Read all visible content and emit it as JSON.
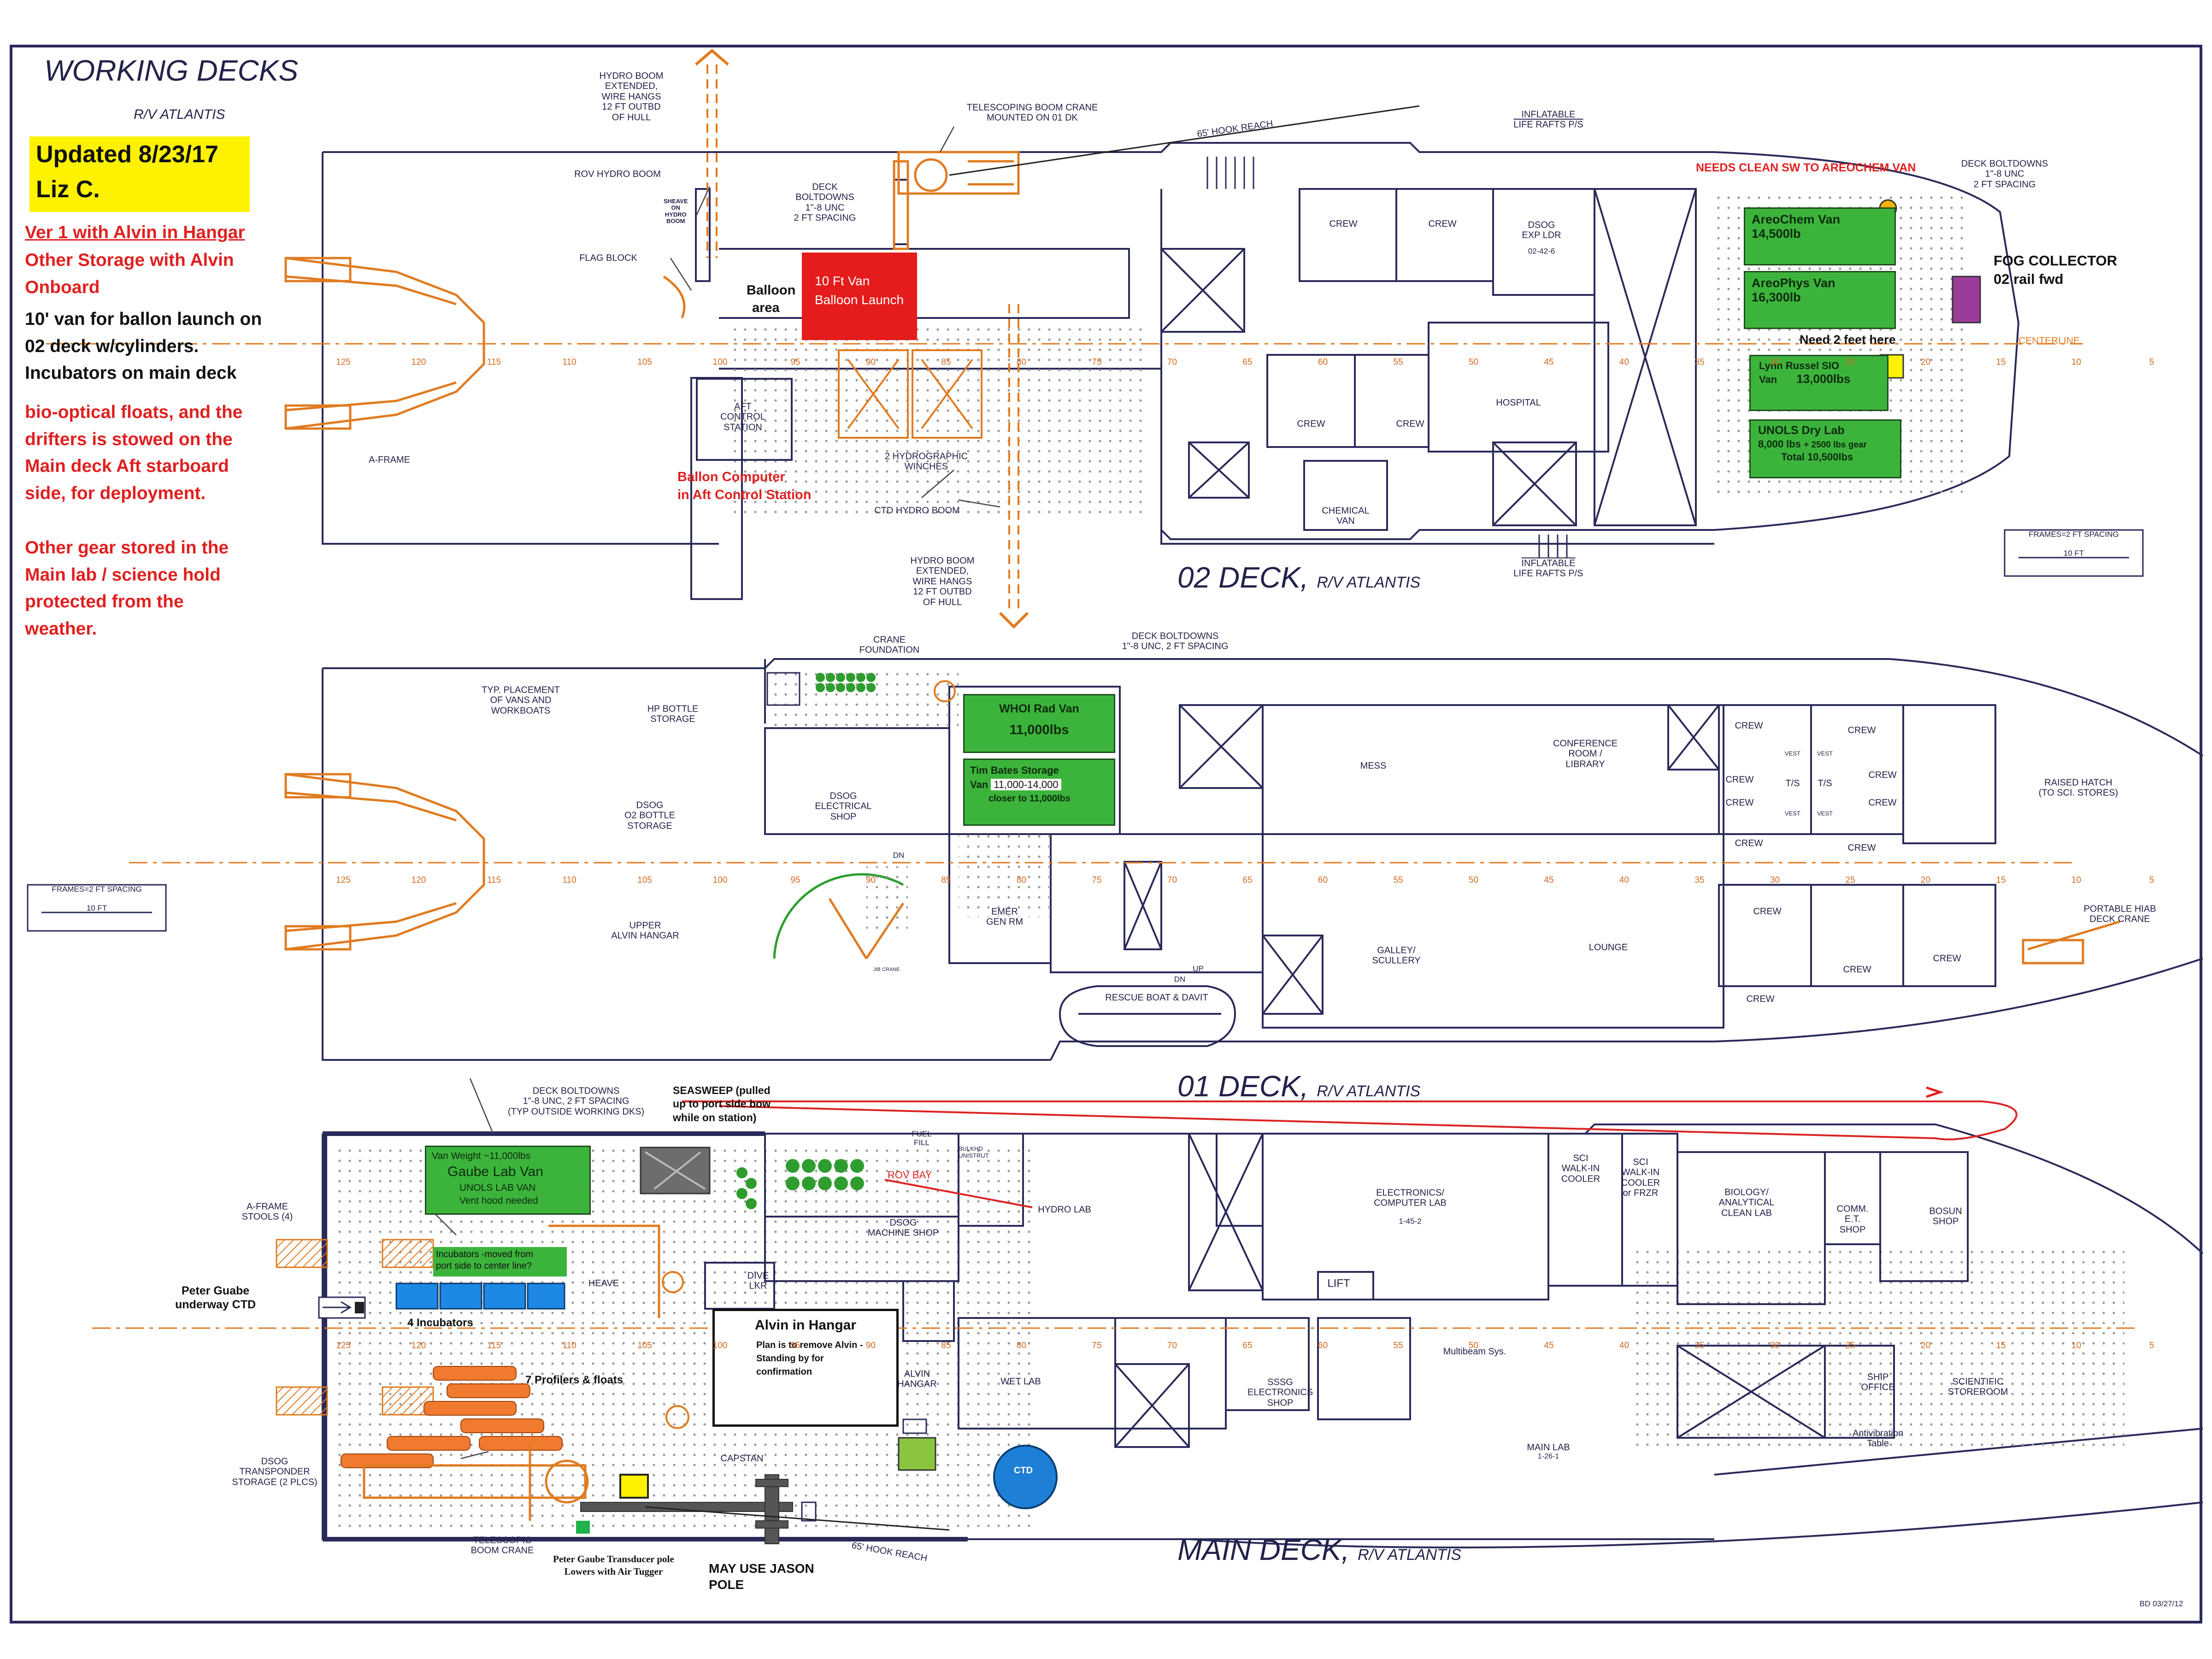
{
  "header": {
    "title": "WORKING DECKS",
    "subtitle": "R/V ATLANTIS",
    "updated_line1": "Updated 8/23/17",
    "updated_line2": "Liz C."
  },
  "notes": {
    "ver": "Ver 1 with Alvin in Hangar",
    "storage": [
      "Other Storage with Alvin",
      "Onboard"
    ],
    "balloon": [
      "10' van for ballon launch on",
      "02 deck w/cylinders.",
      "Incubators on main deck"
    ],
    "drifters": [
      "bio-optical floats, and the",
      "drifters is stowed on the",
      "Main deck Aft starboard",
      "side, for deployment."
    ],
    "other_gear": [
      "Other gear  stored in the",
      "Main lab / science hold",
      "protected from the",
      "weather."
    ]
  },
  "deck02": {
    "name": "02 DECK,",
    "ship": "R/V ATLANTIS",
    "labels": {
      "hydro_boom_top": [
        "HYDRO BOOM",
        "EXTENDED,",
        "WIRE HANGS",
        "12 FT OUTBD",
        "OF HULL"
      ],
      "telescoping": [
        "TELESCOPING BOOM CRANE",
        "MOUNTED ON 01 DK"
      ],
      "hook_reach": "65' HOOK REACH",
      "inflatable_top": [
        "INFLATABLE",
        "LIFE RAFTS P/S"
      ],
      "needs_clean": "NEEDS CLEAN SW TO AREOCHEM VAN",
      "deck_boltdowns_fwd": [
        "DECK BOLTDOWNS",
        "1\"-8 UNC",
        "2 FT SPACING"
      ],
      "rov_hydro": "ROV HYDRO BOOM",
      "sheave": [
        "SHEAVE",
        "ON",
        "HYDRO",
        "BOOM"
      ],
      "deck_boltdowns_aft": [
        "DECK",
        "BOLTDOWNS",
        "1\"-8 UNC",
        "2 FT SPACING"
      ],
      "flag_block": "FLAG BLOCK",
      "balloon_area": [
        "Balloon",
        "area"
      ],
      "balloon_van": [
        "10 Ft Van",
        "Balloon Launch"
      ],
      "aft_control": [
        "AFT",
        "CONTROL",
        "STATION"
      ],
      "a_frame": "A-FRAME",
      "ballon_computer": [
        "Ballon Computer",
        "in Aft Control Station"
      ],
      "hydro_winches": [
        "2 HYDROGRAPHIC",
        "WINCHES"
      ],
      "ctd_hydro": "CTD HYDRO BOOM",
      "hydro_boom_bottom": [
        "HYDRO BOOM",
        "EXTENDED,",
        "WIRE HANGS",
        "12 FT OUTBD",
        "OF HULL"
      ],
      "crew": "CREW",
      "dsog": [
        "DSOG",
        "EXP LDR"
      ],
      "dsog_num": "02-42-6",
      "hospital": "HOSPITAL",
      "chemical_van": [
        "CHEMICAL",
        "VAN"
      ],
      "inflatable_bottom": [
        "INFLATABLE",
        "LIFE RAFTS P/S"
      ],
      "need_2_feet": "Need 2 feet here",
      "fog_collector": [
        "FOG COLLECTOR",
        "02 rail fwd"
      ],
      "centerline": "CENTERLINE",
      "frames_note": [
        "FRAMES=2  FT  SPACING",
        "10  FT"
      ]
    },
    "vans": {
      "areochem": [
        "AreoChem Van",
        "14,500lb"
      ],
      "areophys": [
        "AreoPhys Van",
        "16,300lb"
      ],
      "lynn": [
        "Lynn Russel SIO",
        "Van",
        "13,000lbs"
      ],
      "unols": [
        "UNOLS Dry Lab",
        "8,000 lbs",
        "+ 2500 lbs gear",
        "Total",
        "10,500lbs"
      ]
    },
    "frames": [
      "125",
      "120",
      "115",
      "110",
      "105",
      "100",
      "95",
      "90",
      "85",
      "80",
      "75",
      "70",
      "65",
      "60",
      "55",
      "50",
      "45",
      "40",
      "35",
      "30",
      "25",
      "20",
      "15",
      "10",
      "5"
    ]
  },
  "deck01": {
    "name": "01 DECK,",
    "ship": "R/V ATLANTIS",
    "labels": {
      "typ_placement": [
        "TYP. PLACEMENT",
        "OF VANS AND",
        "WORKBOATS"
      ],
      "hp_bottle": [
        "HP BOTTLE",
        "STORAGE"
      ],
      "crane_foundation": [
        "CRANE",
        "FOUNDATION"
      ],
      "deck_boltdowns": [
        "DECK BOLTDOWNS",
        "1\"-8 UNC, 2 FT SPACING"
      ],
      "dsog_o2": [
        "DSOG",
        "O2 BOTTLE",
        "STORAGE"
      ],
      "dsog_electrical": [
        "DSOG",
        "ELECTRICAL",
        "SHOP"
      ],
      "upper_alvin": [
        "UPPER",
        "ALVIN HANGAR"
      ],
      "jib_crane": "JIB CRANE",
      "emer_gen": [
        "EMER",
        "GEN RM"
      ],
      "rescue_boat": "RESCUE BOAT & DAVIT",
      "mess": "MESS",
      "conference": [
        "CONFERENCE",
        "ROOM /",
        "LIBRARY"
      ],
      "galley": [
        "GALLEY/",
        "SCULLERY"
      ],
      "lounge": "LOUNGE",
      "crew": "CREW",
      "ts": "T/S",
      "vest": "VEST",
      "raised_hatch": [
        "RAISED HATCH",
        "(TO SCI. STORES)"
      ],
      "portable_hiab": [
        "PORTABLE HIAB",
        "DECK CRANE"
      ],
      "dn": "DN",
      "up": "UP",
      "frames_note": [
        "FRAMES=2  FT  SPACING",
        "10  FT"
      ]
    },
    "vans": {
      "whoi": [
        "WHOI Rad Van",
        "11,000lbs"
      ],
      "tim_bates": [
        "Tim Bates Storage",
        "Van",
        "11,000-14,000",
        "closer to 11,000lbs"
      ]
    }
  },
  "main_deck": {
    "name": "MAIN DECK,",
    "ship": "R/V ATLANTIS",
    "labels": {
      "deck_boltdowns": [
        "DECK BOLTDOWNS",
        "1\"-8 UNC,  2 FT SPACING",
        "(TYP OUTSIDE WORKING DKS)"
      ],
      "seasweep": [
        "SEASWEEP (pulled",
        "up to port side bow",
        "while on station)"
      ],
      "a_frame_stools": [
        "A-FRAME",
        "STOOLS (4)"
      ],
      "peter_ctd": [
        "Peter Guabe",
        "underway CTD"
      ],
      "incubators_note": [
        "Incubators -moved from",
        "port side to center line?"
      ],
      "heave": "HEAVE",
      "four_incubators": "4 Incubators",
      "seven_profilers": "7 Profilers & floats",
      "dsog_transponder": [
        "DSOG",
        "TRANSPONDER",
        "STORAGE (2 PLCS)"
      ],
      "telescopic": [
        "TELESCOPIC",
        "BOOM CRANE"
      ],
      "peter_pole": [
        "Peter Gaube Transducer pole",
        "Lowers with Air Tugger"
      ],
      "jason": [
        "MAY USE JASON",
        "POLE"
      ],
      "hook_reach": "65' HOOK REACH",
      "capstan": "CAPSTAN",
      "ctd": "CTD",
      "rov_bay": "ROV BAY",
      "fuel_fill": [
        "FUEL",
        "FILL"
      ],
      "bulkhd": [
        "BULKHD",
        "UNISTRUT"
      ],
      "hydro_lab": "HYDRO LAB",
      "dsog_machine": [
        "DSOG",
        "MACHINE SHOP"
      ],
      "dive_lkr": [
        "DIVE",
        "LKR"
      ],
      "alvin_hangar_box": "ALVIN\nHANGAR",
      "wet_lab": "WET LAB",
      "sssg": [
        "SSSG",
        "ELECTRONICS",
        "SHOP"
      ],
      "electronics": [
        "ELECTRONICS/",
        "COMPUTER LAB"
      ],
      "electronics_num": "1-45-2",
      "lift": "LIFT",
      "sci_walkin": [
        "SCI",
        "WALK-IN",
        "COOLER"
      ],
      "sci_walkin_frzr": [
        "SCI",
        "WALK-IN",
        "COOLER",
        "or FRZR"
      ],
      "biology": [
        "BIOLOGY/",
        "ANALYTICAL",
        "CLEAN LAB"
      ],
      "comm": [
        "COMM.",
        "E.T.",
        "SHOP"
      ],
      "bosun": [
        "BOSUN",
        "SHOP"
      ],
      "multibeam": "Multibeam Sys.",
      "main_lab": [
        "MAIN LAB",
        "1-26-1"
      ],
      "ship_office": [
        "SHIP",
        "OFFICE"
      ],
      "antivibration": [
        "Antivibration",
        "Table"
      ],
      "scientific_store": [
        "SCIENTIFIC",
        "STOREROOM"
      ],
      "drawing_id": "BD  03/27/12"
    },
    "gaube_van": [
      "Van Weight ~11,000lbs",
      "Gaube Lab Van",
      "UNOLS LAB VAN",
      "Vent hood needed"
    ],
    "alvin_note": [
      "Alvin in Hangar",
      "Plan is to remove Alvin -",
      "Standing by for",
      "confirmation"
    ]
  },
  "colors": {
    "outline": "#2a2a5a",
    "equipment": "#e07b20",
    "van_green": "#3cb43c",
    "red_van": "#e41c1c",
    "note_red": "#e02020",
    "highlight_yellow": "#fff200",
    "incubator_blue": "#1e88e5",
    "ctd_blue": "#1e7fd6",
    "fog_purple": "#9b3c9b"
  }
}
